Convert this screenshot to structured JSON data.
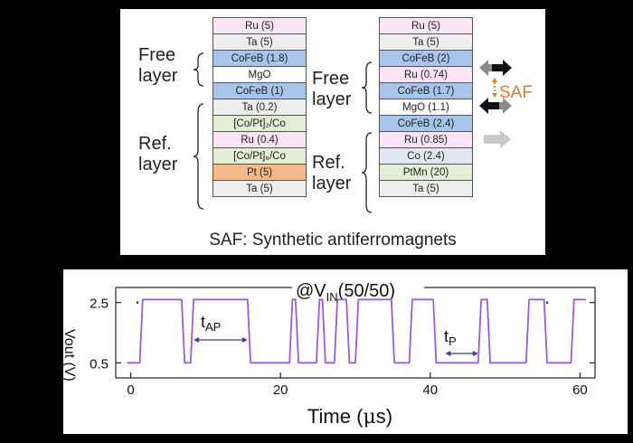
{
  "diagram": {
    "left_stack": [
      {
        "label": "Ru (5)",
        "color": "#fce4f7"
      },
      {
        "label": "Ta (5)",
        "color": "#ededed"
      },
      {
        "label": "CoFeB (1.8)",
        "color": "#a9c4ea"
      },
      {
        "label": "MgO",
        "color": "#ffffff"
      },
      {
        "label": "CoFeB (1)",
        "color": "#a9c4ea"
      },
      {
        "label": "Ta (0.2)",
        "color": "#ededed"
      },
      {
        "label": "[Co/Pt]₂/Co",
        "color": "#e2efd7"
      },
      {
        "label": "Ru (0.4)",
        "color": "#fce4f7"
      },
      {
        "label": "[Co/Pt]₆/Co",
        "color": "#e2efd7"
      },
      {
        "label": "Pt (5)",
        "color": "#f6b98a"
      },
      {
        "label": "Ta (5)",
        "color": "#ededed"
      }
    ],
    "right_stack": [
      {
        "label": "Ru (5)",
        "color": "#fce4f7"
      },
      {
        "label": "Ta (5)",
        "color": "#ededed"
      },
      {
        "label": "CoFeB (2)",
        "color": "#a9c4ea"
      },
      {
        "label": "Ru (0.74)",
        "color": "#fce4f7"
      },
      {
        "label": "CoFeB (1.7)",
        "color": "#a9c4ea"
      },
      {
        "label": "MgO (1.1)",
        "color": "#ffffff"
      },
      {
        "label": "CoFeB (2.4)",
        "color": "#a9c4ea"
      },
      {
        "label": "Ru (0.85)",
        "color": "#fce4f7"
      },
      {
        "label": "Co (2.4)",
        "color": "#dfe7f2"
      },
      {
        "label": "PtMn (20)",
        "color": "#e2efd7"
      },
      {
        "label": "Ta (5)",
        "color": "#ededed"
      }
    ],
    "left_free_label": [
      "Free",
      "layer"
    ],
    "left_ref_label": [
      "Ref.",
      "layer"
    ],
    "right_free_label": [
      "Free",
      "layer"
    ],
    "right_ref_label": [
      "Ref.",
      "layer"
    ],
    "saf_marker": "SAF",
    "caption": "SAF: Synthetic antiferromagnets",
    "colors": {
      "saf_accent": "#e07b23",
      "arrow_black": "#111111",
      "arrow_gray": "#c8c8c8"
    }
  },
  "chart_data": {
    "type": "line",
    "title": "@V_IN(50/50)",
    "xlabel": "Time (μs)",
    "ylabel": "V_out (V)",
    "xlim": [
      -2,
      62
    ],
    "ylim": [
      0,
      3
    ],
    "xticks": [
      0,
      20,
      40,
      60
    ],
    "yticks": [
      0.5,
      2.5
    ],
    "annotations": [
      "t_AP",
      "t_P"
    ],
    "series": [
      {
        "color": "#a259d9",
        "x": [
          -0.5,
          1.2,
          1.6,
          6.8,
          7.2,
          8.0,
          8.4,
          15.6,
          16.0,
          20.0,
          20.4,
          21.2,
          21.6,
          22.0,
          22.4,
          24.8,
          25.2,
          25.6,
          26.0,
          27.2,
          27.6,
          28.8,
          29.2,
          30.0,
          30.4,
          34.8,
          35.2,
          37.2,
          37.6,
          40.4,
          40.8,
          41.6,
          42.0,
          46.4,
          46.8,
          47.6,
          48.0,
          52.8,
          53.2,
          55.2,
          55.6,
          58.8,
          59.2,
          60.8
        ],
        "y": [
          0.5,
          0.5,
          2.6,
          2.6,
          0.5,
          0.5,
          2.6,
          2.6,
          0.5,
          0.5,
          0.5,
          0.5,
          2.6,
          2.6,
          0.5,
          0.5,
          2.6,
          2.6,
          0.5,
          0.5,
          2.6,
          2.6,
          0.5,
          0.5,
          2.6,
          2.6,
          0.5,
          0.5,
          2.6,
          2.6,
          0.5,
          0.5,
          0.5,
          0.5,
          2.6,
          2.6,
          0.5,
          0.5,
          2.6,
          2.6,
          0.5,
          0.5,
          2.6,
          2.6
        ]
      }
    ]
  }
}
